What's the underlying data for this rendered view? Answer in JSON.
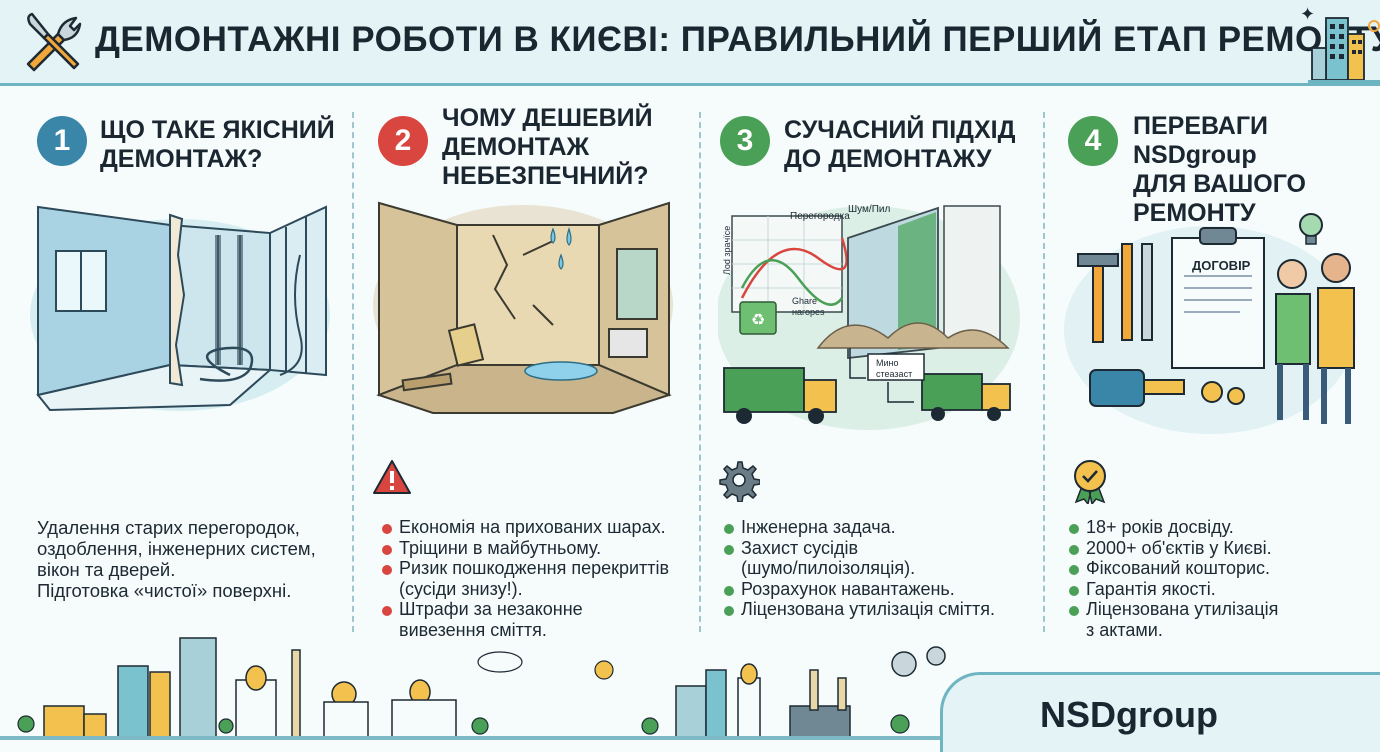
{
  "title": "ДЕМОНТАЖНІ РОБОТИ В КИЄВІ: ПРАВИЛЬНИЙ ПЕРШИЙ ЕТАП РЕМОНТУ",
  "colors": {
    "blue": "#3a86a8",
    "red": "#d9463f",
    "green": "#4aa056",
    "teal": "#6fb4c1"
  },
  "sections": [
    {
      "number": "1",
      "heading": [
        "ЩО ТАКЕ ЯКІСНИЙ",
        "ДЕМОНТАЖ?"
      ],
      "paragraph": [
        "Удалення старих перегородок,",
        "оздоблення, інженерних систем,",
        "вікон та дверей.",
        "Підготовка «чистої» поверхні."
      ]
    },
    {
      "number": "2",
      "heading": [
        "ЧОМУ ДЕШЕВИЙ",
        "ДЕМОНТАЖ",
        "НЕБЕЗПЕЧНИЙ?"
      ],
      "bullets": [
        "Економія на прихованих шарах.",
        "Тріщини в майбутньому.",
        "Ризик пошкодження перекриттів",
        "Штрафи за незаконне"
      ],
      "bullet_cont": [
        "(сусіди знизу!).",
        "вивезення сміття."
      ]
    },
    {
      "number": "3",
      "heading": [
        "СУЧАСНИЙ ПІДХІД",
        "ДО ДЕМОНТАЖУ"
      ],
      "bullets": [
        "Інженерна задача.",
        "Захист сусідів",
        "Розрахунок навантажень.",
        "Ліцензована утилізація сміття."
      ],
      "bullet_cont": [
        "(шумо/пилоізоляція)."
      ],
      "illus_labels": {
        "chart_label": "Перегородка",
        "noise": "Шум/Пил",
        "axis": "Лоd зрaчїcе",
        "share": [
          "Ghare",
          "наropes"
        ],
        "waste": [
          "Мино",
          "стеазаст"
        ]
      }
    },
    {
      "number": "4",
      "heading": [
        "ПЕРЕВАГИ NSDgroup",
        "ДЛЯ ВАШОГО",
        "РЕМОНТУ"
      ],
      "bullets": [
        "18+ років досвіду.",
        "2000+ об'єктів у Києві.",
        "Фіксований кошторис.",
        "Гарантія якості.",
        "Ліцензована утилізація"
      ],
      "bullet_cont": [
        "з актами."
      ],
      "contract_label": "ДОГОВІР"
    }
  ],
  "brand": "NSDgroup"
}
